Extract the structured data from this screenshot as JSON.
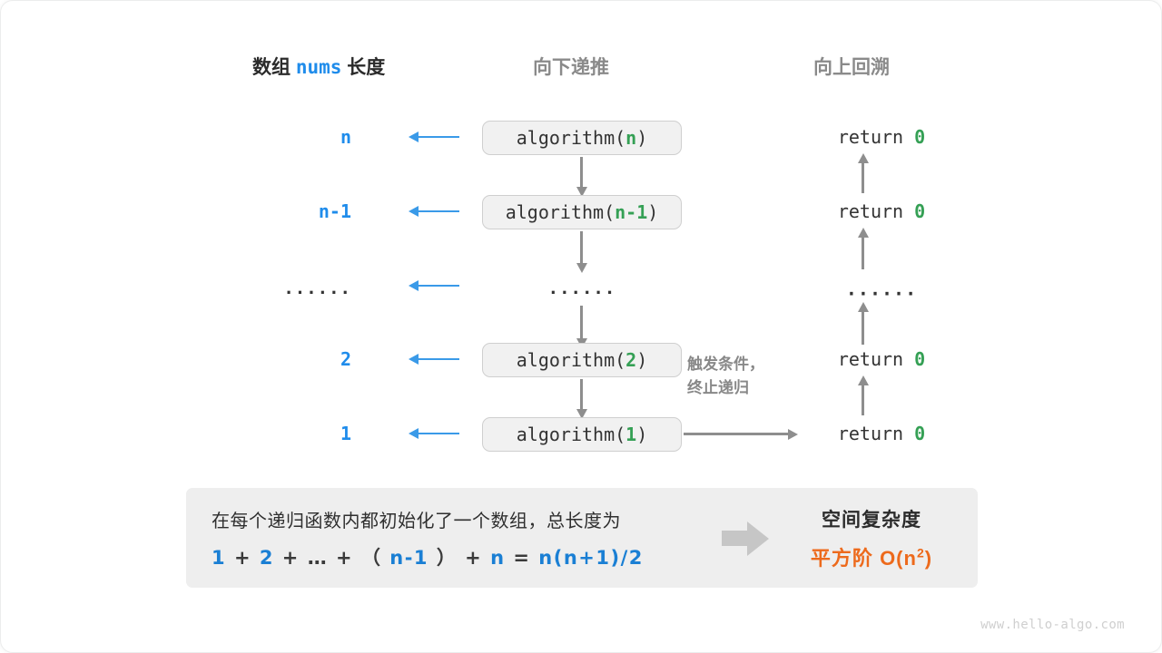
{
  "headers": {
    "left_prefix": "数组",
    "left_code": "nums",
    "left_suffix": "长度",
    "middle": "向下递推",
    "right": "向上回溯"
  },
  "rows": [
    {
      "length": "n",
      "call_prefix": "algorithm(",
      "arg": "n",
      "call_suffix": ")",
      "ret_label": "return",
      "ret_value": "0",
      "is_dots": false
    },
    {
      "length": "n-1",
      "call_prefix": "algorithm(",
      "arg": "n-1",
      "call_suffix": ")",
      "ret_label": "return",
      "ret_value": "0",
      "is_dots": false
    },
    {
      "length": "······",
      "call_prefix": "······",
      "arg": "",
      "call_suffix": "",
      "ret_label": "······",
      "ret_value": "",
      "is_dots": true
    },
    {
      "length": "2",
      "call_prefix": "algorithm(",
      "arg": "2",
      "call_suffix": ")",
      "ret_label": "return",
      "ret_value": "0",
      "is_dots": false
    },
    {
      "length": "1",
      "call_prefix": "algorithm(",
      "arg": "1",
      "call_suffix": ")",
      "ret_label": "return",
      "ret_value": "0",
      "is_dots": false
    }
  ],
  "note": {
    "line1": "触发条件，",
    "line2": "终止递归"
  },
  "summary": {
    "text": "在每个递归函数内都初始化了一个数组，总长度为",
    "formula": [
      {
        "t": "1",
        "k": "b"
      },
      {
        "t": "+",
        "k": "op"
      },
      {
        "t": "2",
        "k": "b"
      },
      {
        "t": "+",
        "k": "op"
      },
      {
        "t": "…",
        "k": "op"
      },
      {
        "t": "+",
        "k": "op"
      },
      {
        "t": "（",
        "k": "op"
      },
      {
        "t": "n-1",
        "k": "b"
      },
      {
        "t": "）",
        "k": "op"
      },
      {
        "t": "+",
        "k": "op"
      },
      {
        "t": "n",
        "k": "b"
      },
      {
        "t": "=",
        "k": "op"
      },
      {
        "t": "n(n+1)/2",
        "k": "b"
      }
    ],
    "result_title": "空间复杂度",
    "result_prefix": "平方阶",
    "result_notation": "O(n",
    "result_exponent": "2",
    "result_suffix": ")"
  },
  "watermark": "www.hello-algo.com",
  "colors": {
    "blue": "#1f8ceb",
    "green": "#35a055",
    "orange": "#ed6a1c",
    "gray_arrow": "#8e8e8e",
    "panel_bg": "#eeeeee",
    "box_bg": "#f1f1f1"
  }
}
